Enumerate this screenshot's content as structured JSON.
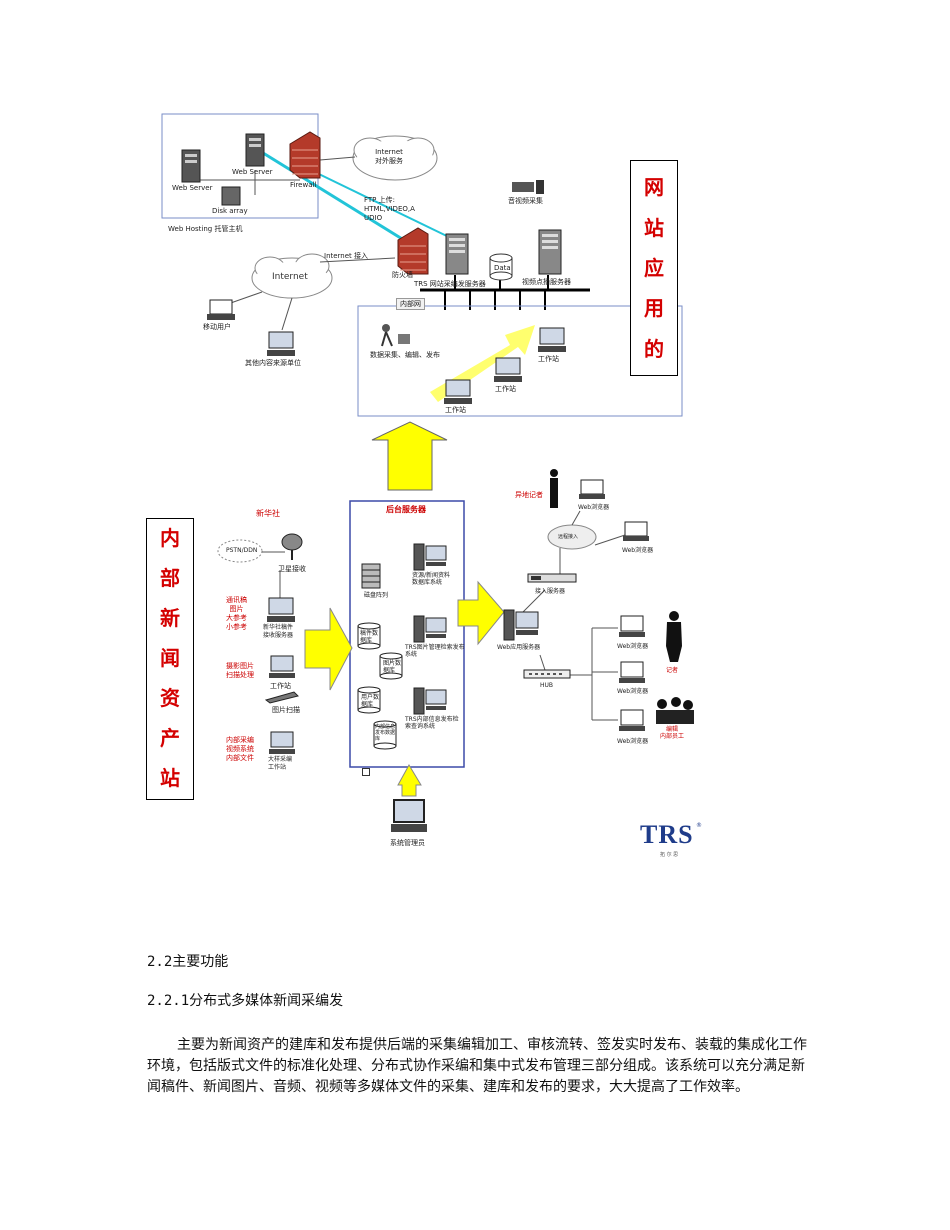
{
  "diagram": {
    "vertical_titles": {
      "top_right": [
        "网",
        "站",
        "应",
        "用",
        "的"
      ],
      "left": [
        "内",
        "部",
        "新",
        "闻",
        "资",
        "产",
        "站"
      ]
    },
    "top": {
      "web_hosting_label": "Web Hosting 托管主机",
      "web_server_1": "Web Server",
      "web_server_2": "Web Server",
      "disk_array": "Disk array",
      "firewall_top": "Firewall",
      "internet_cloud_top": "Internet\n对外服务",
      "ftp_text": "FTP 上传:\nHTML,VIDEO,A\nUDIO",
      "internet_access": "Internet 接入",
      "firewall_mid": "防火墙",
      "internet_cloud": "Internet",
      "mobile_user": "移动用户",
      "other_content": "其他内容来源单位",
      "av_capture": "音视频采集",
      "data_label": "Data",
      "trs_publish_server": "TRS 网站采编发服务器",
      "video_server": "视频点播服务器",
      "intranet": "内部网",
      "data_ops": "数据采集、编辑、发布",
      "ws1": "工作站",
      "ws2": "工作站",
      "ws3": "工作站"
    },
    "bottom": {
      "xinhua": "新华社",
      "pstn": "PSTN/DDN",
      "satellite": "卫星接收",
      "xinhua_notes": "通讯稿\n图片\n大参考\n小参考",
      "xinhua_server": "新华社稿件\n接收服务器",
      "photo_notes": "摄影图片\n扫描处理",
      "workstation": "工作站",
      "scanner": "图片扫描",
      "internal_notes": "内部采编\n视频系统\n内部文件",
      "large_editor": "大样采编\n工作站",
      "backend_server": "后台服务器",
      "disk_array": "磁盘阵列",
      "news_db_system": "资源/新闻资料\n数据库系统",
      "article_db": "稿件数\n据库",
      "photo_db": "图片数\n据库",
      "trs_search": "TRS图片管理检索发布\n系统",
      "user_db": "用户数\n据库",
      "publish_db": "内部信息\n发布数据\n库",
      "trs_internal": "TRS内部信息发布检\n索查询系统",
      "admin": "系统管理员",
      "remote_user": "异地记者",
      "remote_access": "远程接入",
      "web_browser_1": "Web浏览器",
      "web_browser_2": "Web浏览器",
      "access_server": "接入服务器",
      "web_app_server": "Web应用服务器",
      "hub": "HUB",
      "web_browser_3": "Web浏览器",
      "web_browser_4": "Web浏览器",
      "web_browser_5": "Web浏览器",
      "reporter": "记者",
      "editor_staff": "编辑\n内部员工"
    },
    "logo": {
      "text": "TRS",
      "sub": "拓 尔 思"
    }
  },
  "sections": {
    "h1": "2.2主要功能",
    "h2": "2.2.1分布式多媒体新闻采编发",
    "paragraph": "主要为新闻资产的建库和发布提供后端的采集编辑加工、审核流转、签发实时发布、装载的集成化工作环境，包括版式文件的标准化处理、分布式协作采编和集中式发布管理三部分组成。该系统可以充分满足新闻稿件、新闻图片、音频、视频等多媒体文件的采集、建库和发布的要求，大大提高了工作效率。"
  }
}
